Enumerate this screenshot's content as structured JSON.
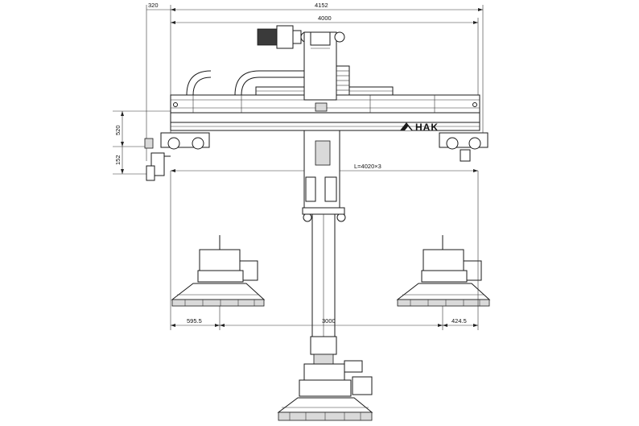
{
  "drawing": {
    "brand_text": "HAK",
    "dimensions": {
      "overall_width": "4152",
      "offset_left": "320",
      "rail_span": "4000",
      "height_upper": "520",
      "height_lower": "152",
      "rail_length": "L=4020×3",
      "left_offset": "595.5",
      "center_span": "3000",
      "right_offset": "424.5"
    }
  }
}
